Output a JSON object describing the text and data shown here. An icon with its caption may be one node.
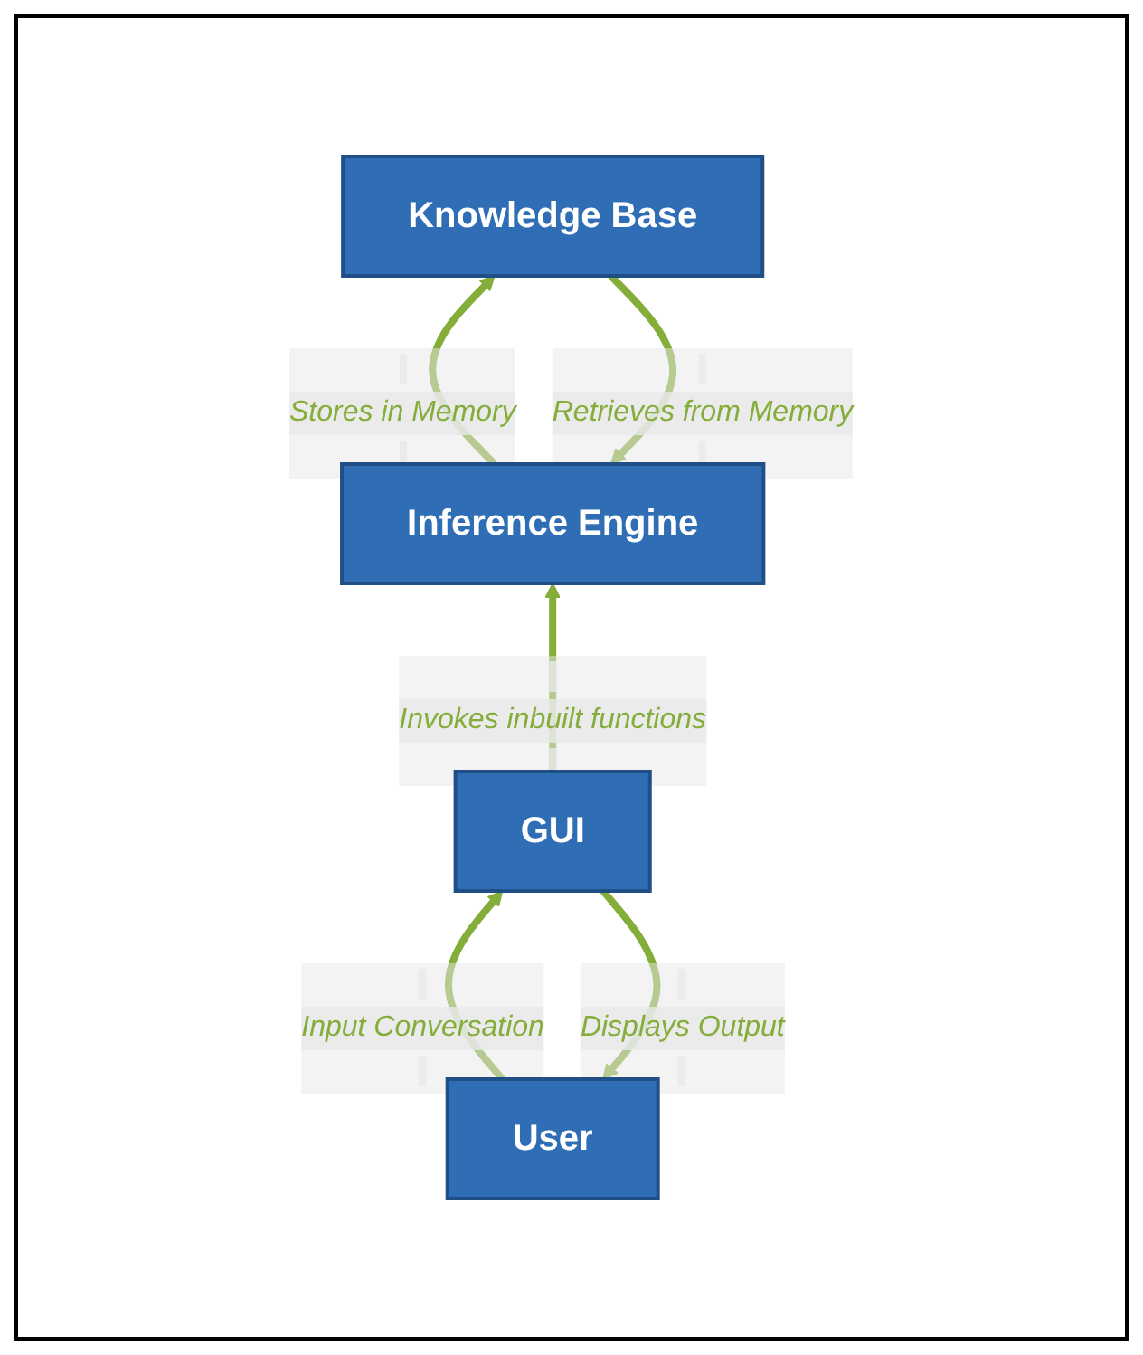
{
  "diagram": {
    "nodes": [
      {
        "text": [
          "Knowledge Base"
        ]
      },
      {
        "text": [
          "Inference Engine"
        ]
      },
      {
        "text": [
          "GUI"
        ]
      },
      {
        "text": [
          "User"
        ]
      }
    ],
    "edges": [
      {
        "from": 1,
        "to": 0,
        "arrow": "to",
        "label": "Stores in Memory"
      },
      {
        "from": 0,
        "to": 1,
        "arrow": "to",
        "label": "Retrieves from Memory"
      },
      {
        "from": 2,
        "to": 1,
        "arrow": "to",
        "label": "Invokes inbuilt functions"
      },
      {
        "from": 3,
        "to": 2,
        "arrow": "to",
        "label": "Input Conversation"
      },
      {
        "from": 2,
        "to": 3,
        "arrow": "to",
        "label": "Displays Output"
      }
    ]
  }
}
